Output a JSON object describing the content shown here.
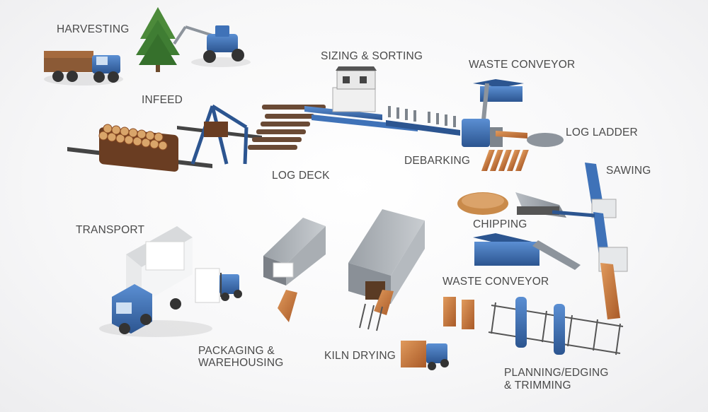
{
  "colors": {
    "machine_blue": "#3f72b8",
    "machine_blue_dark": "#2c5590",
    "steel_grey": "#8d949c",
    "wood": "#c9773c",
    "wood_dark": "#8a4a22",
    "log_end": "#d9a56a",
    "label_text": "#4a4a4a"
  },
  "labels": {
    "harvesting": "HARVESTING",
    "infeed": "INFEED",
    "sizing_sorting": "SIZING & SORTING",
    "waste_conveyor_top": "WASTE CONVEYOR",
    "log_ladder": "LOG LADDER",
    "debarking": "DEBARKING",
    "log_deck": "LOG DECK",
    "sawing": "SAWING",
    "chipping": "CHIPPING",
    "transport": "TRANSPORT",
    "waste_conveyor_bottom": "WASTE CONVEYOR",
    "packaging_line1": "PACKAGING &",
    "packaging_line2": "WAREHOUSING",
    "kiln_drying": "KILN DRYING",
    "planning_line1": "PLANNING/EDGING",
    "planning_line2": "& TRIMMING"
  },
  "icons": [
    "tree-icon",
    "forwarder-truck-icon",
    "harvester-icon",
    "forklift-icon",
    "semi-truck-icon"
  ]
}
